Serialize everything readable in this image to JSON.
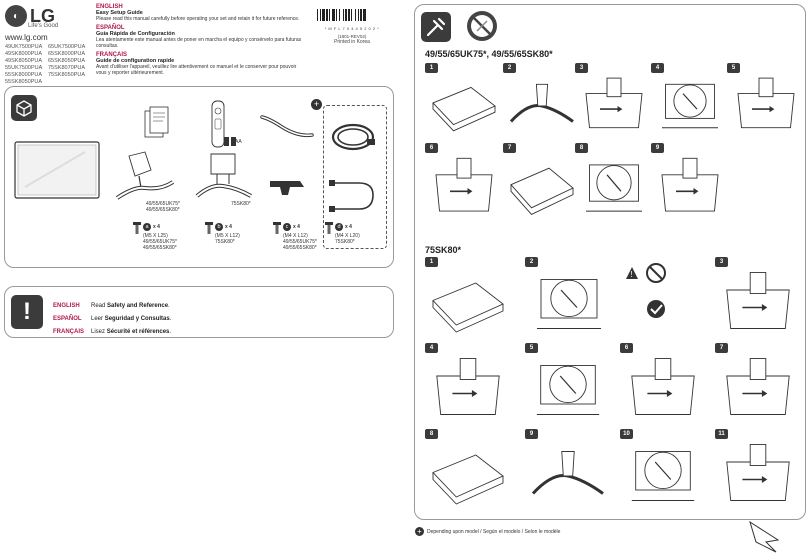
{
  "brand": {
    "logo": "LG",
    "tagline": "Life's Good",
    "url": "www.lg.com"
  },
  "models_col1": [
    "49UK7500PUA",
    "49SK8000PUA",
    "49SK8050PUA",
    "55UK7500PUA",
    "55SK8000PUA",
    "55SK8050PUA"
  ],
  "models_col2": [
    "65UK7500PUA",
    "65SK8000PUA",
    "65SK8050PUA",
    "75SK8070PUA",
    "75SK8050PUA"
  ],
  "guides": [
    {
      "lang": "ENGLISH",
      "title": "Easy Setup Guide",
      "desc": "Please read this manual carefully before operating your set and retain it for future reference."
    },
    {
      "lang": "ESPAÑOL",
      "title": "Guía Rápida de Configuración",
      "desc": "Lea atentamente este manual antes de poner en marcha el equipo y consérvelo para futuras consultas."
    },
    {
      "lang": "FRANÇAIS",
      "title": "Guide de configuration rapide",
      "desc": "Avant d'utiliser l'appareil, veuillez lire attentivement ce manuel et le conserver pour pouvoir vous y reporter ultérieurement."
    }
  ],
  "barcode": {
    "code": "* M F L 7 0 4 4 5 2 0 2 *",
    "part": "(1801-REV02)",
    "printed": "Printed in Korea"
  },
  "contents": {
    "remote_label": "AA",
    "stand1_models": "49/55/65UK75*\n49/55/65SK80*",
    "stand2_models": "75SK80*",
    "screws": [
      {
        "mark": "a",
        "count": "x 4",
        "spec": "(M5 X L25)",
        "models": "49/55/65UK75*\n49/55/65SK80*"
      },
      {
        "mark": "b",
        "count": "x 4",
        "spec": "(M5 X L12)",
        "models": "75SK80*"
      },
      {
        "mark": "c",
        "count": "x 4",
        "spec": "(M4 X L12)",
        "models": "49/55/65UK75*\n49/55/65SK80*"
      },
      {
        "mark": "d",
        "count": "x 4",
        "spec": "(M4 X L20)",
        "models": "75SK80*"
      }
    ]
  },
  "safety": [
    {
      "lang": "ENGLISH",
      "pre": "Read ",
      "bold": "Safety and Reference",
      "post": "."
    },
    {
      "lang": "ESPAÑOL",
      "pre": "Leer ",
      "bold": "Seguridad y Consultas",
      "post": "."
    },
    {
      "lang": "FRANÇAIS",
      "pre": "Lisez ",
      "bold": "Sécurité et références",
      "post": "."
    }
  ],
  "section1": {
    "title": "49/55/65UK75*, 49/55/65SK80*",
    "steps": [
      "1",
      "2",
      "3",
      "4",
      "5",
      "6",
      "7",
      "8",
      "9"
    ]
  },
  "section2": {
    "title": "75SK80*",
    "steps": [
      "1",
      "2",
      "3",
      "4",
      "5",
      "6",
      "7",
      "8",
      "9",
      "10",
      "11"
    ]
  },
  "footer": {
    "note": "Depending upon model / Según el modelo / Selon le modèle"
  },
  "colors": {
    "accent": "#b0174a",
    "dark": "#3b3b3b",
    "border": "#999999"
  }
}
